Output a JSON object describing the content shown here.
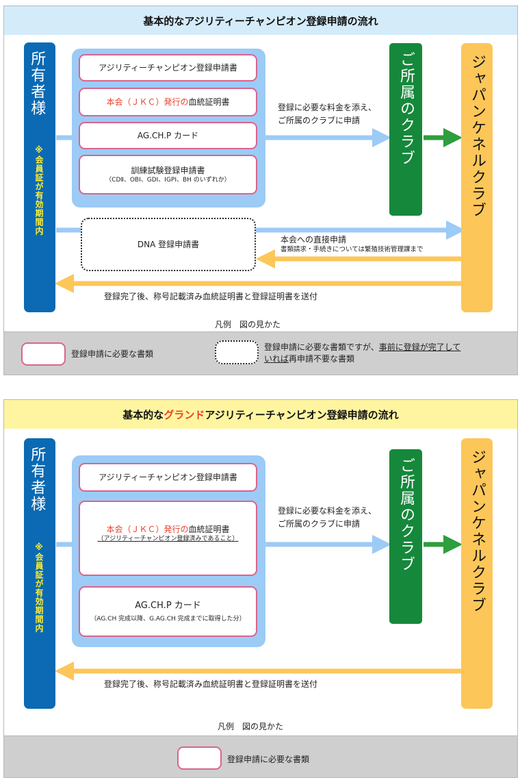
{
  "panel1": {
    "title": "基本的なアジリティーチャンピオン登録申請の流れ",
    "owner": "所有者様",
    "owner_note": "※会員証が有効期間内",
    "club": "ご所属のクラブ",
    "jkc": "ジャパンケネルクラブ",
    "doc1": "アジリティーチャンピオン登録申請書",
    "doc2_red": "本会（ＪＫＣ）発行の",
    "doc2_black": "血統証明書",
    "doc3": "AG.CH.P カード",
    "doc4": "訓練試験登録申請書",
    "doc4_sub": "（CDⅡ、OBⅠ、GDⅠ、IGPⅠ、BH のいずれか）",
    "doc_dna": "DNA 登録申請書",
    "label_fee_1": "登録に必要な料金を添え、",
    "label_fee_2": "ご所属のクラブに申請",
    "label_direct": "本会への直接申請",
    "label_direct_sub": "書類請求・手続きについては繁殖技術管理課まで",
    "label_return": "登録完了後、称号記載済み血統証明書と登録証明書を送付",
    "legend_caption": "凡例　図の見かた",
    "legend_required": "登録申請に必要な書類",
    "legend_dotted_1a": "登録申請に必要な書類ですが、",
    "legend_dotted_1b": "事前に登録が完了して",
    "legend_dotted_2a": "いれば",
    "legend_dotted_2b": "再申請不要な書類"
  },
  "panel2": {
    "title_a": "基本的な",
    "title_b": "グランド",
    "title_c": "アジリティーチャンピオン登録申請の流れ",
    "owner": "所有者様",
    "owner_note": "※会員証が有効期間内",
    "club": "ご所属のクラブ",
    "jkc": "ジャパンケネルクラブ",
    "doc1": "アジリティーチャンピオン登録申請書",
    "doc2_red": "本会（ＪＫＣ）発行の",
    "doc2_black": "血統証明書",
    "doc2_sub": "（アジリティーチャンピオン登録済みであること）",
    "doc3": "AG.CH.P カード",
    "doc3_sub": "（AG.CH 完成以降、G.AG.CH 完成までに取得した分）",
    "label_fee_1": "登録に必要な料金を添え、",
    "label_fee_2": "ご所属のクラブに申請",
    "label_return": "登録完了後、称号記載済み血統証明書と登録証明書を送付",
    "legend_caption": "凡例　図の見かた",
    "legend_required": "登録申請に必要な書類"
  },
  "colors": {
    "owner_blue": "#0b6ab3",
    "club_green": "#16883b",
    "jkc_yellow": "#fcc659",
    "group_blue": "#9ccbf6",
    "doc_border_pink": "#d9648d",
    "highlight_red": "#e8432d",
    "title1_bg": "#d4ebfa",
    "title2_bg": "#fff5a0"
  }
}
